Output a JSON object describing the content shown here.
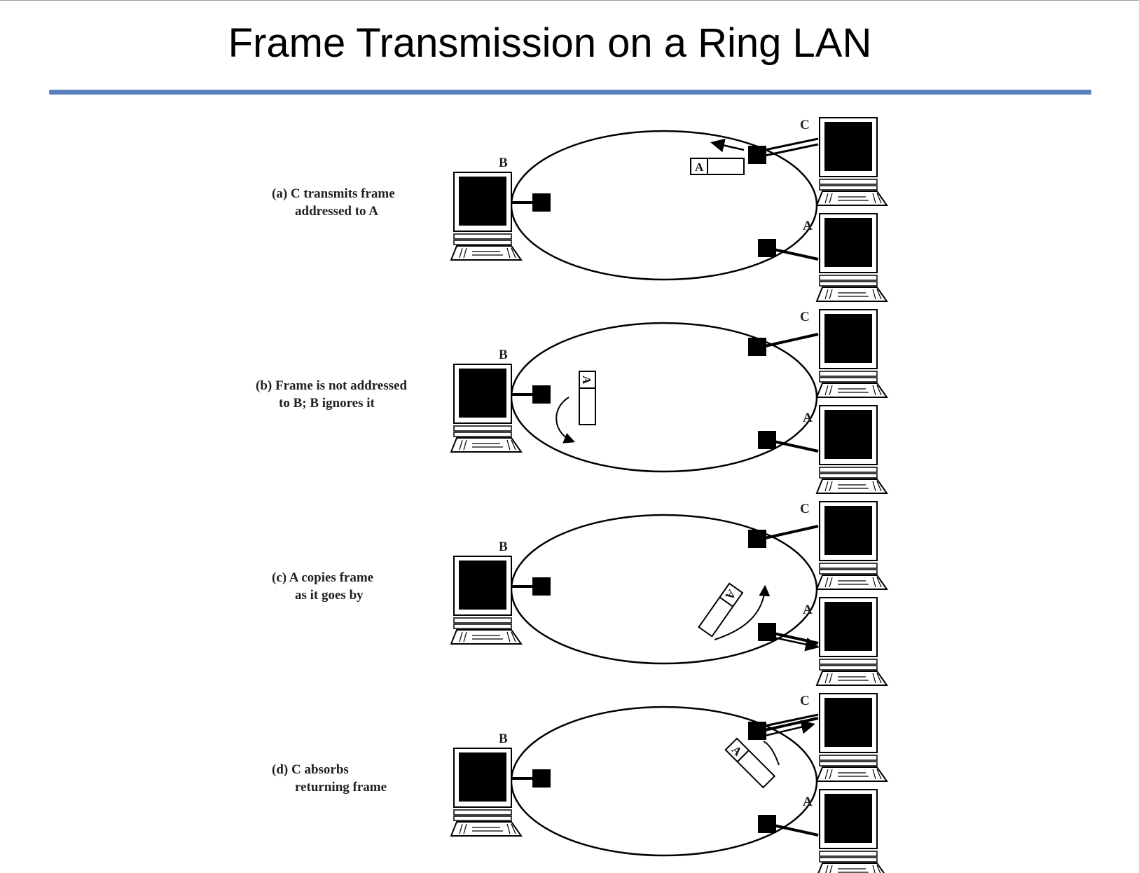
{
  "title": "Frame Transmission on a Ring LAN",
  "accent_color": "#5b7fbd",
  "station_labels": {
    "b": "B",
    "c": "C",
    "a": "A"
  },
  "frame_address": "A",
  "panels": [
    {
      "id": "a",
      "caption_line1": "(a) C transmits frame",
      "caption_line2": "addressed to A"
    },
    {
      "id": "b",
      "caption_line1": "(b) Frame is not addressed",
      "caption_line2": "to B; B ignores it"
    },
    {
      "id": "c",
      "caption_line1": "(c) A copies frame",
      "caption_line2": "as it goes by"
    },
    {
      "id": "d",
      "caption_line1": "(d) C absorbs",
      "caption_line2": "returning frame"
    }
  ]
}
